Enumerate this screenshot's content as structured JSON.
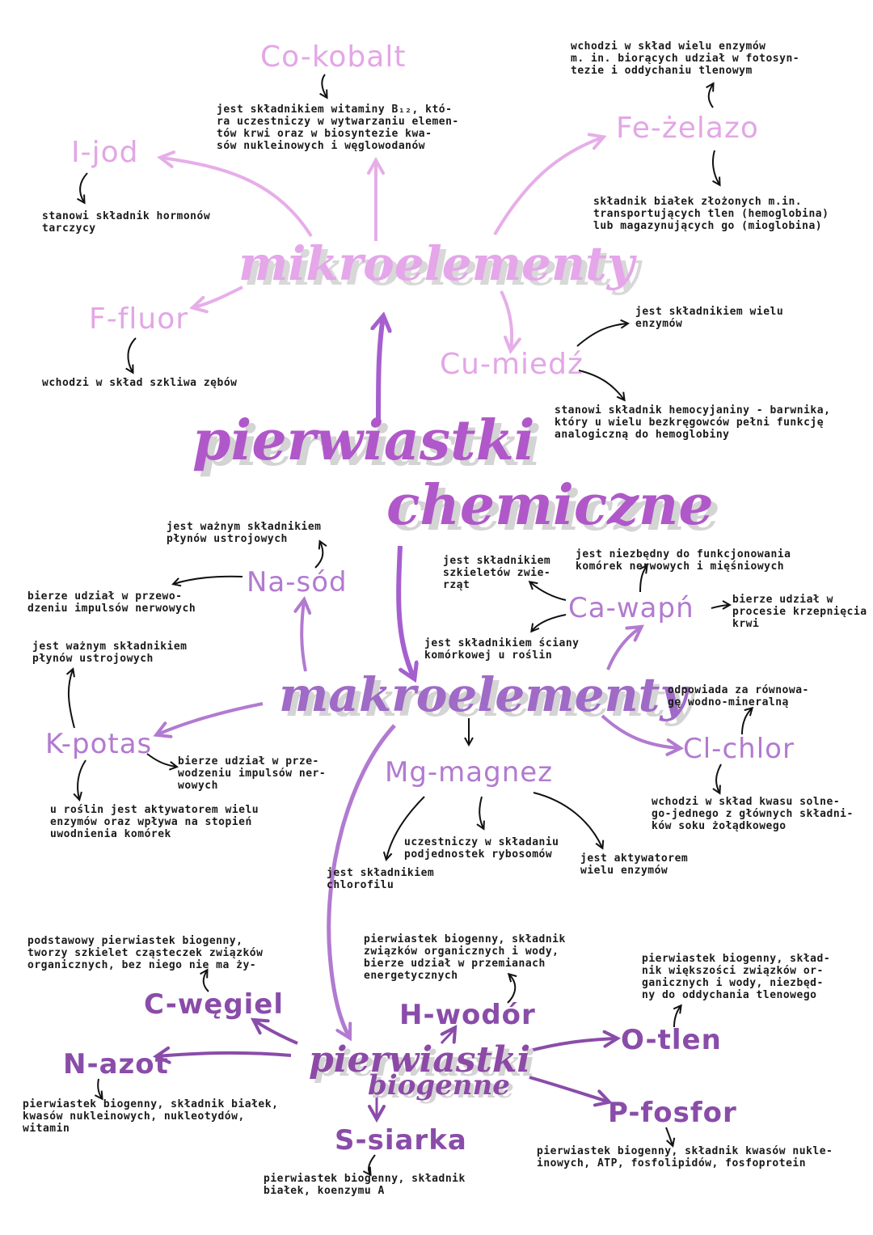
{
  "colors": {
    "micro": "#e3a6e6",
    "main": "#b058c9",
    "macro": "#a06ac7",
    "biogenic": "#8a4ca9",
    "text": "#1a1a1a",
    "shadow": "#d4d4d4"
  },
  "titles": {
    "main_line1": "pierwiastki",
    "main_line2": "chemiczne",
    "mikro": "mikroelementy",
    "makro": "makroelementy",
    "bio_line1": "pierwiastki",
    "bio_line2": "biogenne"
  },
  "micro": {
    "co": {
      "label": "Co-kobalt",
      "note": "jest składnikiem witaminy B₁₂, któ-\nra uczestniczy w wytwarzaniu elemen-\ntów krwi oraz w biosyntezie kwa-\nsów nukleinowych i węglowodanów"
    },
    "i": {
      "label": "I-jod",
      "note": "stanowi składnik hormonów\ntarczycy"
    },
    "fe": {
      "label": "Fe-żelazo",
      "note_top": "wchodzi w skład wielu enzymów\nm. in. biorących udział w fotosyn-\ntezie i oddychaniu tlenowym",
      "note": "składnik białek złożonych m.in.\ntransportujących tlen (hemoglobina)\nlub magazynujących go (mioglobina)"
    },
    "f": {
      "label": "F-fluor",
      "note": "wchodzi w skład szkliwa zębów"
    },
    "cu": {
      "label": "Cu-miedź",
      "note_a": "jest składnikiem wielu\nenzymów",
      "note_b": "stanowi składnik hemocyjaniny - barwnika,\nktóry u wielu bezkręgowców pełni funkcję\nanalogiczną do hemoglobiny"
    }
  },
  "macro": {
    "na": {
      "label": "Na-sód",
      "note_a": "jest ważnym składnikiem\npłynów ustrojowych",
      "note_b": "bierze udział w przewo-\ndzeniu impulsów nerwowych"
    },
    "ca": {
      "label": "Ca-wapń",
      "note_a": "jest składnikiem\nszkieletów zwie-\nrząt",
      "note_b": "jest niezbędny do funkcjonowania\nkomórek nerwowych i mięśniowych",
      "note_c": "bierze udział w\nprocesie krzepnięcia\nkrwi",
      "note_d": "jest składnikiem ściany\nkomórkowej u roślin"
    },
    "k": {
      "label": "K-potas",
      "note_a": "jest ważnym składnikiem\npłynów ustrojowych",
      "note_b": "bierze udział w prze-\nwodzeniu impulsów ner-\nwowych",
      "note_c": "u roślin jest aktywatorem wielu\nenzymów oraz wpływa na stopień\nuwodnienia komórek"
    },
    "mg": {
      "label": "Mg-magnez",
      "note_a": "uczestniczy w składaniu\npodjednostek rybosomów",
      "note_b": "jest składnikiem\nchlorofilu",
      "note_c": "jest aktywatorem\nwielu enzymów"
    },
    "cl": {
      "label": "Cl-chlor",
      "note_a": "odpowiada za równowa-\ngę wodno-mineralną",
      "note_b": "wchodzi w skład kwasu solne-\ngo-jednego z głównych składni-\nków soku żołądkowego"
    }
  },
  "bio": {
    "c": {
      "label": "C-węgiel",
      "note": "podstawowy pierwiastek biogenny,\ntworzy szkielet cząsteczek związków\norganicznych, bez niego nie ma ży-"
    },
    "h": {
      "label": "H-wodór",
      "note": "pierwiastek biogenny, składnik\nzwiązków organicznych i wody,\nbierze udział w przemianach\nenergetycznych"
    },
    "o": {
      "label": "O-tlen",
      "note": "pierwiastek biogenny, skład-\nnik większości związków or-\nganicznych i wody, niezbęd-\nny do oddychania tlenowego"
    },
    "n": {
      "label": "N-azot",
      "note": "pierwiastek biogenny, składnik białek,\nkwasów nukleinowych, nukleotydów,\nwitamin"
    },
    "p": {
      "label": "P-fosfor",
      "note": "pierwiastek biogenny, składnik kwasów nukle-\ninowych, ATP, fosfolipidów, fosfoprotein"
    },
    "s": {
      "label": "S-siarka",
      "note": "pierwiastek biogenny, składnik\nbiałek, koenzymu A"
    }
  }
}
